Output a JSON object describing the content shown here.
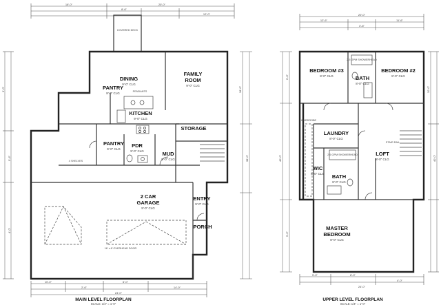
{
  "main_level": {
    "title": "MAIN LEVEL FLOORPLAN",
    "scale": "SCALE: 1/4\" = 1'-0\"",
    "rooms": {
      "dining": {
        "name": "DINING",
        "size": "9'-0\" CLG"
      },
      "family": {
        "name1": "FAMILY",
        "name2": "ROOM",
        "size": "9'-0\" CLG"
      },
      "kitchen": {
        "name": "KITCHEN",
        "size": "9'-0\" CLG"
      },
      "pantry_top": {
        "name": "PANTRY",
        "size": "8'-0\" CLG"
      },
      "pantry_low": {
        "name": "PANTRY",
        "size": "9'-0\" CLG"
      },
      "pdr": {
        "name": "PDR",
        "size": "9'-0\" CLG"
      },
      "mud": {
        "name": "MUD",
        "size": "9'-0\" CLG"
      },
      "storage": {
        "name": "STORAGE"
      },
      "garage": {
        "name1": "2 CAR",
        "name2": "GARAGE",
        "size": "9'-0\" CLG"
      },
      "entry": {
        "name": "ENTRY",
        "size": "9'-0\" CLG"
      },
      "porch": {
        "name": "PORCH"
      }
    },
    "notes": {
      "pendants": "PENDANTS",
      "covered_deck": "COVERED DECK",
      "garage_door": "16' x 8' OVERHEAD DOOR",
      "shelf": "4 SHELVES"
    },
    "dims": [
      "16'-0\"",
      "20'-0\"",
      "8'-6\"",
      "12'-0\"",
      "3'-0\"",
      "5'-6\"",
      "4'-0\"",
      "18'-0\"",
      "10'-0\"",
      "2'-6\"",
      "6'-0\"",
      "14'-0\"",
      "38'-0\"",
      "24'-0\""
    ]
  },
  "upper_level": {
    "title": "UPPER LEVEL FLOORPLAN",
    "scale": "SCALE: 1/4\" = 1'-0\"",
    "rooms": {
      "bedroom3": {
        "name": "BEDROOM #3",
        "size": "8'-0\" CLG"
      },
      "bath_top": {
        "name": "BATH",
        "size": "8'-0\" CLG"
      },
      "bedroom2": {
        "name": "BEDROOM #2",
        "size": "8'-0\" CLG"
      },
      "laundry": {
        "name": "LAUNDRY",
        "size": "8'-0\" CLG"
      },
      "loft": {
        "name": "LOFT",
        "size": "8'-0\" CLG"
      },
      "wic": {
        "name": "WIC",
        "size": "8'-0\" CLG"
      },
      "bath_mid": {
        "name": "BATH",
        "size": "8'-0\" CLG"
      },
      "master": {
        "name1": "MASTER",
        "name2": "BEDROOM",
        "size": "8'-0\" CLG"
      }
    },
    "notes": {
      "shower_top": "2.5 GPM SHOWERHEAD",
      "shower_mid": "2.5 GPM SHOWERHEAD",
      "wardrobe": "WARDROBE",
      "rail": "STAIR RAIL"
    },
    "dims": [
      "20'-0\"",
      "12'-6\"",
      "11'-6\"",
      "3'-6\"",
      "6'-0\"",
      "4'-0\"",
      "9'-6\"",
      "40'-0\"",
      "10'-0\"",
      "5'-0\"",
      "8'-0\"",
      "24'-0\""
    ]
  }
}
